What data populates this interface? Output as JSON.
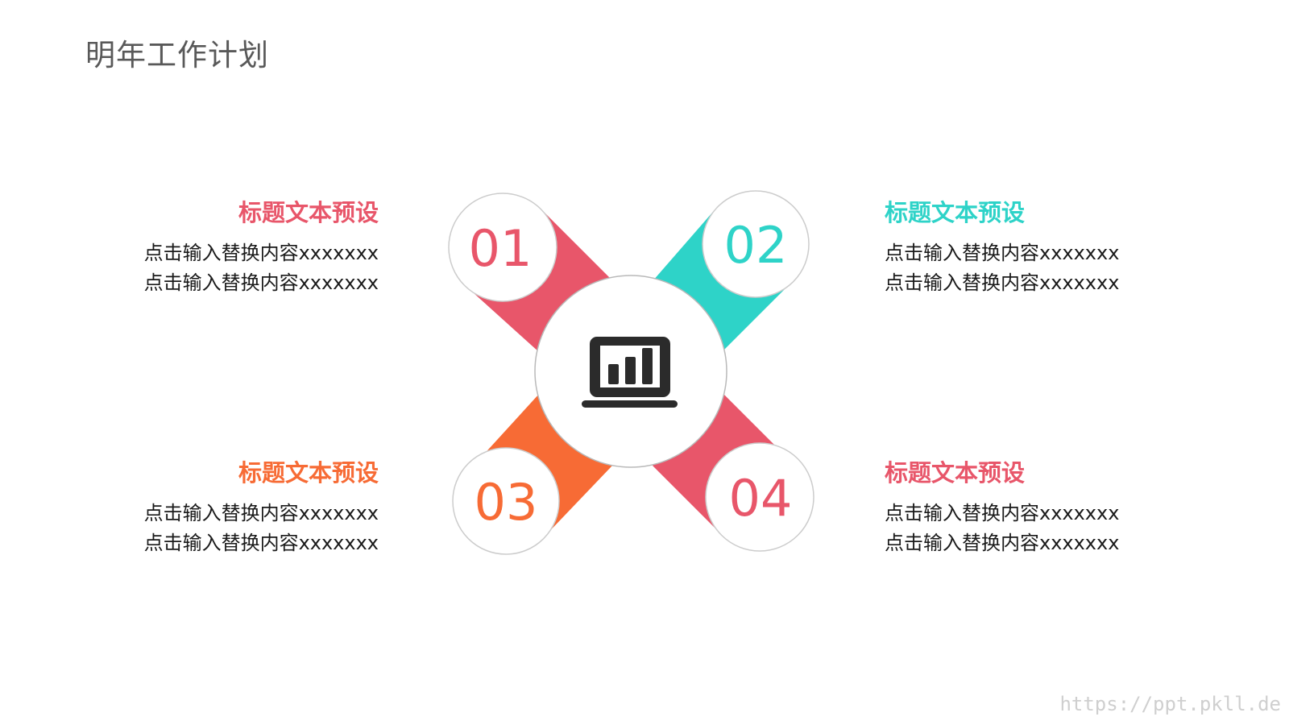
{
  "page": {
    "title": "明年工作计划",
    "watermark": "https://ppt.pkll.de"
  },
  "colors": {
    "red": "#E8566A",
    "teal": "#2ED3C8",
    "orange": "#F76B35",
    "title_text": "#595959",
    "body_text": "#1a1a1a",
    "icon": "#2b2b2b",
    "circle_border": "#c8c8c8"
  },
  "center": {
    "icon": "laptop-chart-icon"
  },
  "items": [
    {
      "number": "01",
      "color": "#E8566A",
      "title": "标题文本预设",
      "lines": [
        "点击输入替换内容xxxxxxx",
        "点击输入替换内容xxxxxxx"
      ]
    },
    {
      "number": "02",
      "color": "#2ED3C8",
      "title": "标题文本预设",
      "lines": [
        "点击输入替换内容xxxxxxx",
        "点击输入替换内容xxxxxxx"
      ]
    },
    {
      "number": "03",
      "color": "#F76B35",
      "title": "标题文本预设",
      "lines": [
        "点击输入替换内容xxxxxxx",
        "点击输入替换内容xxxxxxx"
      ]
    },
    {
      "number": "04",
      "color": "#E8566A",
      "title": "标题文本预设",
      "lines": [
        "点击输入替换内容xxxxxxx",
        "点击输入替换内容xxxxxxx"
      ]
    }
  ]
}
